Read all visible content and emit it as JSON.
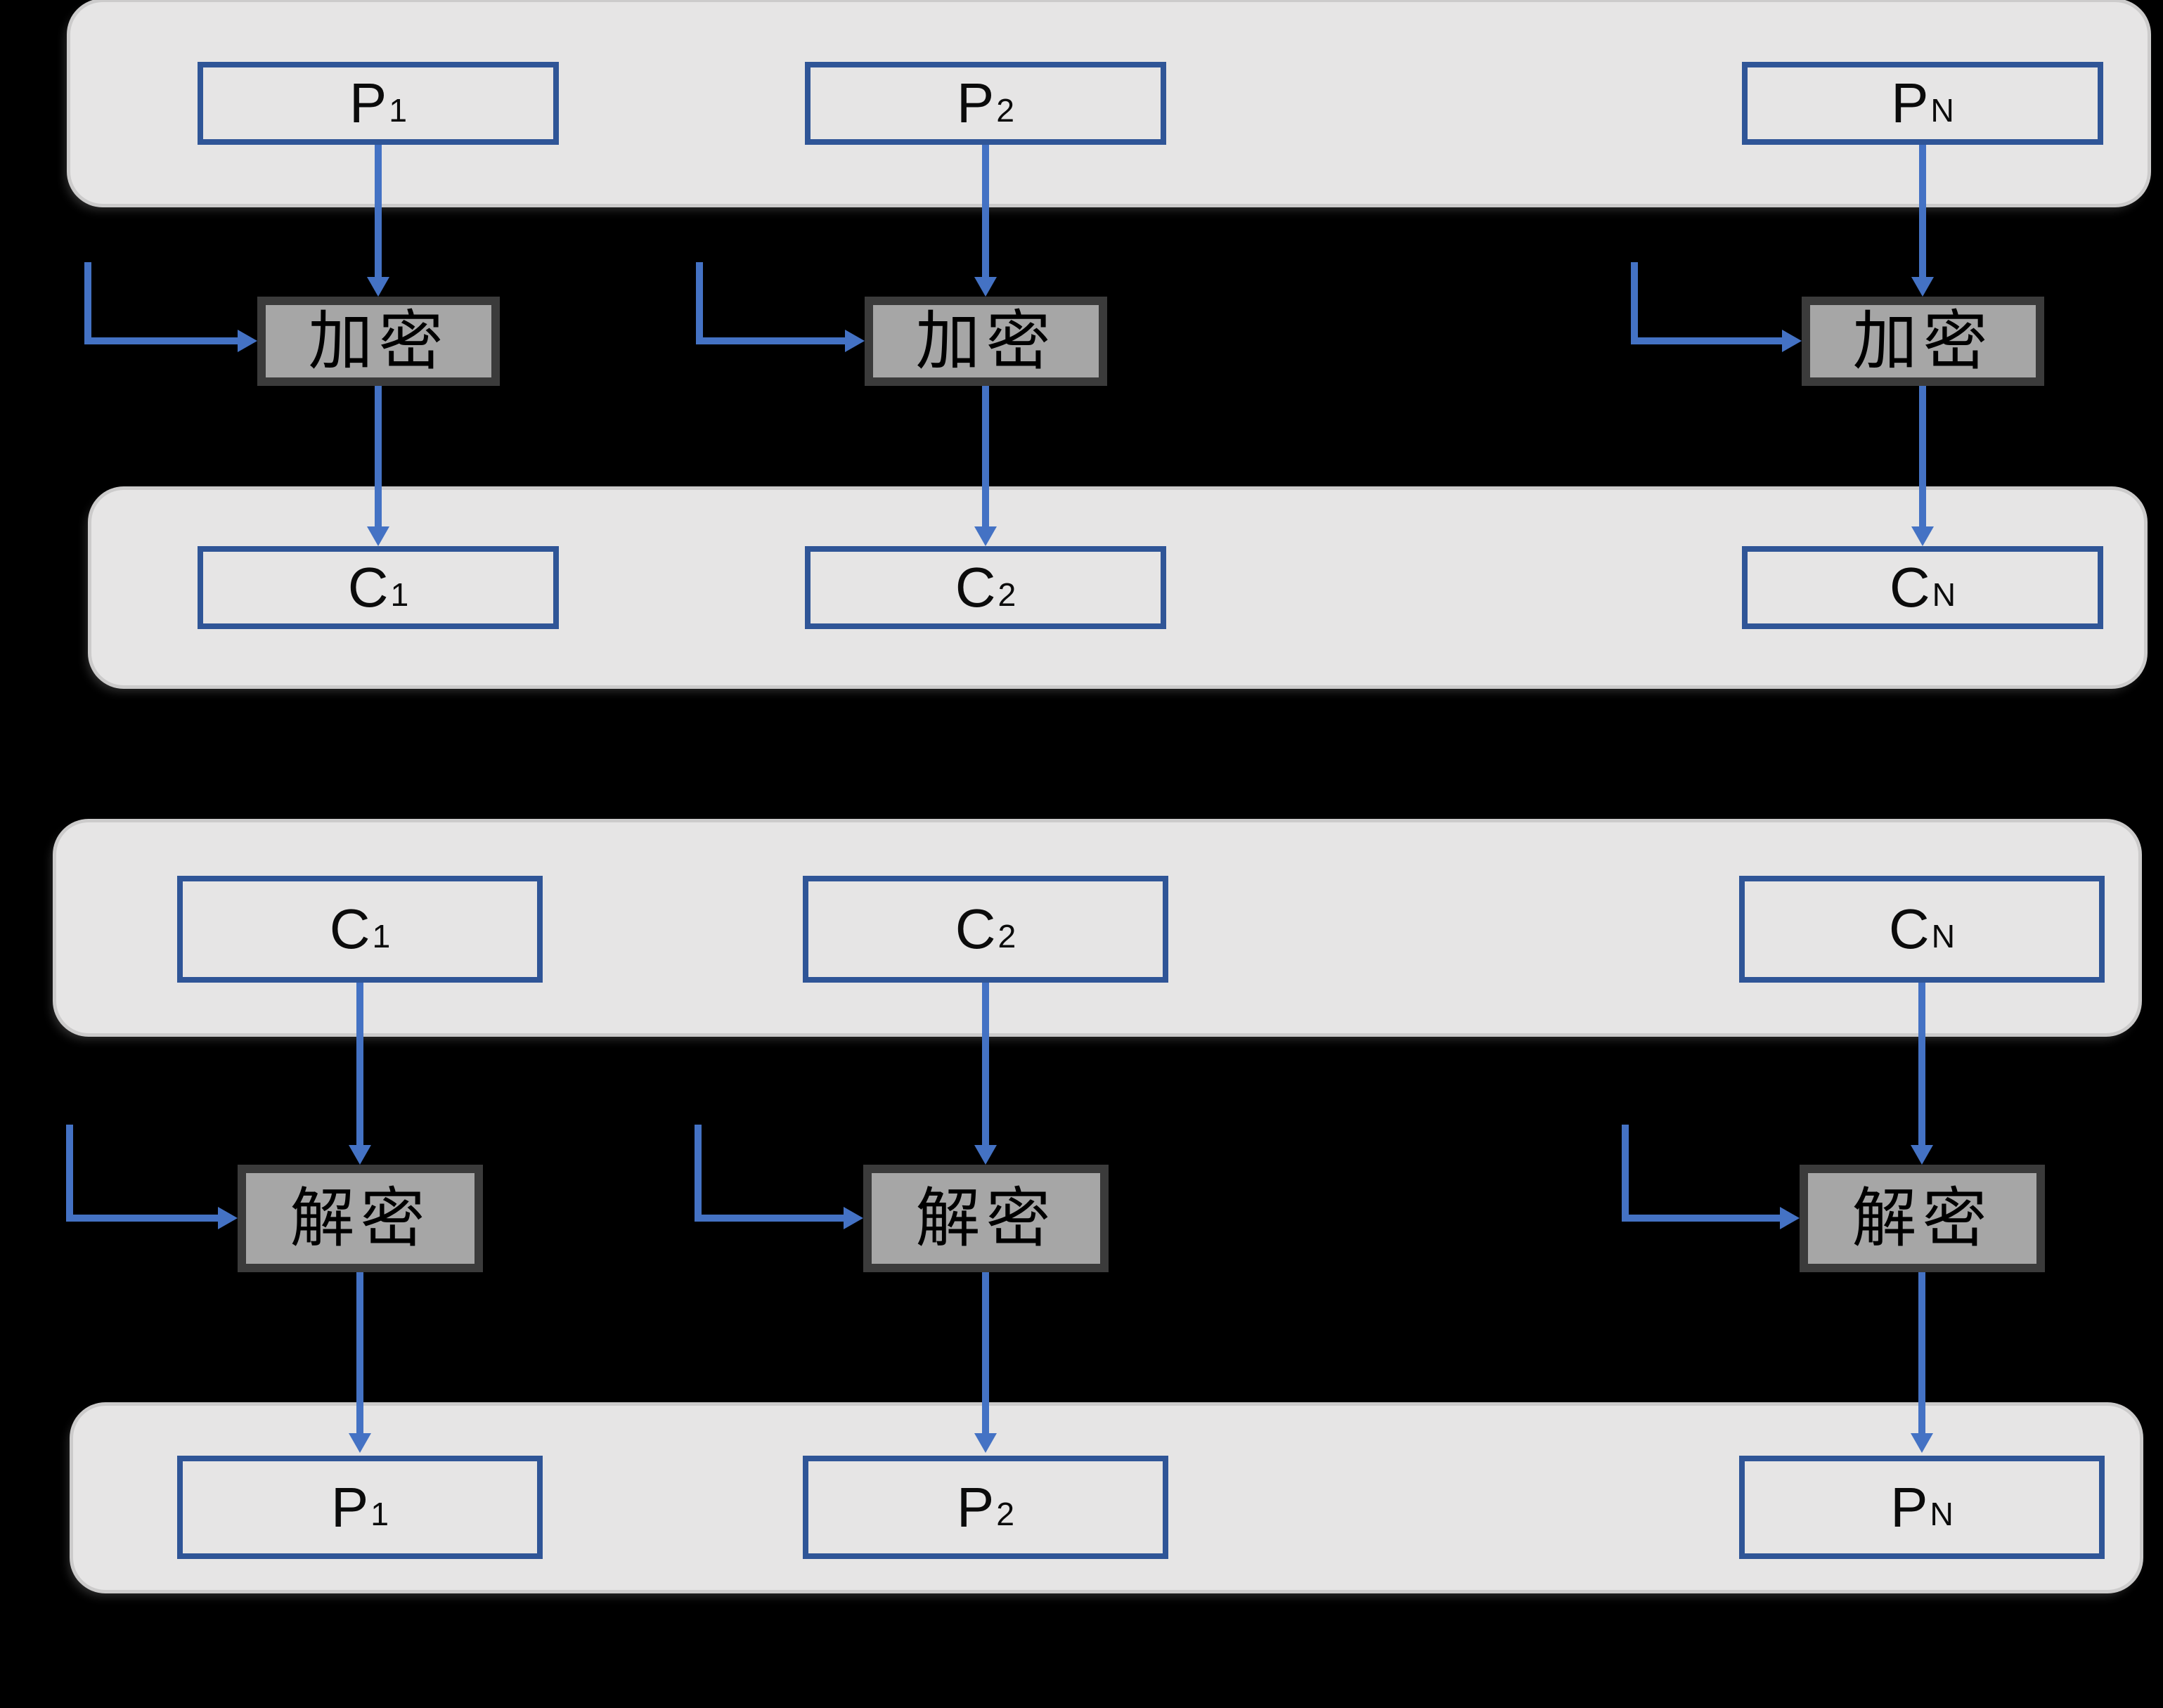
{
  "diagram": {
    "type": "block-cipher-mode-flow",
    "colors": {
      "background": "#000000",
      "band_fill": "#E6E5E5",
      "band_edge": "#CCCBCB",
      "block_fill": "#E6E5E5",
      "block_border": "#2F5597",
      "process_fill": "#A6A6A6",
      "process_border": "#3B3B3B",
      "arrow": "#4472C4",
      "text": "#000000"
    },
    "encryption": {
      "inputs": [
        {
          "base": "P",
          "sub": "1"
        },
        {
          "base": "P",
          "sub": "2"
        },
        {
          "base": "P",
          "sub": "N"
        }
      ],
      "process": "加密",
      "outputs": [
        {
          "base": "C",
          "sub": "1"
        },
        {
          "base": "C",
          "sub": "2"
        },
        {
          "base": "C",
          "sub": "N"
        }
      ]
    },
    "decryption": {
      "inputs": [
        {
          "base": "C",
          "sub": "1"
        },
        {
          "base": "C",
          "sub": "2"
        },
        {
          "base": "C",
          "sub": "N"
        }
      ],
      "process": "解密",
      "outputs": [
        {
          "base": "P",
          "sub": "1"
        },
        {
          "base": "P",
          "sub": "2"
        },
        {
          "base": "P",
          "sub": "N"
        }
      ]
    }
  }
}
